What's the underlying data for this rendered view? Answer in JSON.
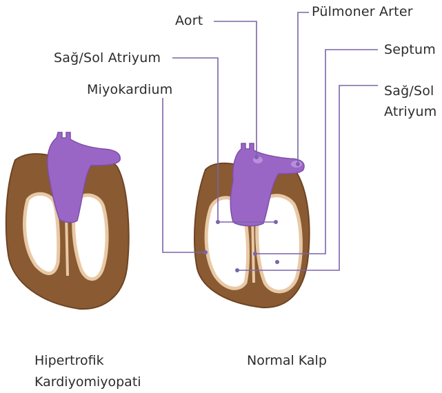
{
  "labels": {
    "aort": "Aort",
    "pulmoner_arter": "Pülmoner Arter",
    "sag_sol_atriyum_left": "Sağ/Sol Atriyum",
    "septum": "Septum",
    "miyokardium": "Miyokardium",
    "sag_sol_atriyum_right_line1": "Sağ/Sol",
    "sag_sol_atriyum_right_line2": "Atriyum"
  },
  "captions": {
    "left_line1": "Hipertrofik",
    "left_line2": "Kardiyomiyopati",
    "right": "Normal Kalp"
  },
  "colors": {
    "myocardium": "#8a5a32",
    "vessel": "#9a66c6",
    "lining": "#e8c9a6",
    "leader": "#7a64a8",
    "text": "#2b2b2b"
  }
}
